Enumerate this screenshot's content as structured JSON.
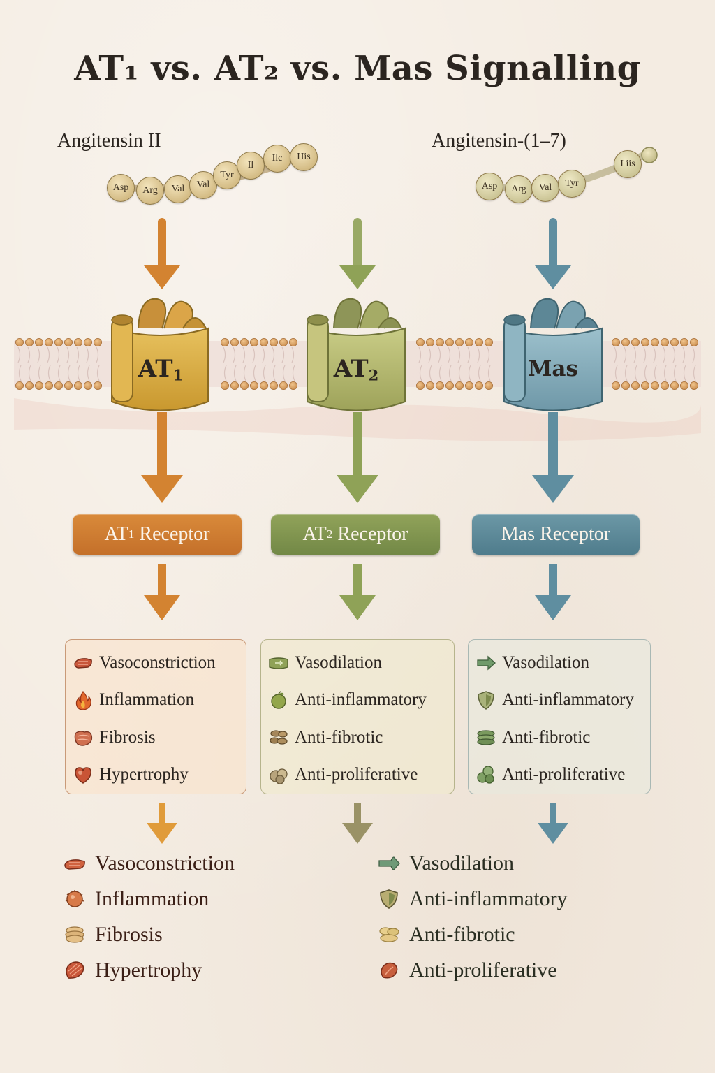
{
  "title": "AT₁ vs. AT₂ vs. Mas Signalling",
  "ligands": [
    {
      "label": "Angitensin II",
      "residues": [
        "Asp",
        "Arg",
        "Val",
        "Val",
        "Tyr",
        "Il",
        "Ilc",
        "His"
      ]
    },
    {
      "label": "Angitensin-(1–7)",
      "residues": [
        "Asp",
        "Arg",
        "Val",
        "Tyr",
        "I iis"
      ]
    }
  ],
  "receptors": [
    {
      "membrane_label_main": "AT",
      "membrane_label_sub": "1",
      "pill_main": "AT",
      "pill_sub": "1",
      "pill_rest": " Receptor",
      "color": "#d38331"
    },
    {
      "membrane_label_main": "AT",
      "membrane_label_sub": "2",
      "pill_main": "AT",
      "pill_sub": "2",
      "pill_rest": " Receptor",
      "color": "#8fa257"
    },
    {
      "membrane_label_main": "Mas",
      "membrane_label_sub": "",
      "pill_main": "Mas Receptor",
      "pill_sub": "",
      "pill_rest": "",
      "color": "#5f8ea0"
    }
  ],
  "effects": [
    {
      "items": [
        {
          "icon": "vessel-icon",
          "label": "Vasoconstriction"
        },
        {
          "icon": "flame-icon",
          "label": "Inflammation"
        },
        {
          "icon": "fibrosis-tissue-icon",
          "label": "Fibrosis"
        },
        {
          "icon": "heart-icon",
          "label": "Hypertrophy"
        }
      ]
    },
    {
      "items": [
        {
          "icon": "dilated-vessel-icon",
          "label": "Vasodilation"
        },
        {
          "icon": "apple-icon",
          "label": "Anti-inflammatory"
        },
        {
          "icon": "tissue-layers-icon",
          "label": "Anti-fibrotic"
        },
        {
          "icon": "cell-cluster-icon",
          "label": "Anti-proliferative"
        }
      ]
    },
    {
      "items": [
        {
          "icon": "arrow-icon",
          "label": "Vasodilation"
        },
        {
          "icon": "shield-icon",
          "label": "Anti-inflammatory"
        },
        {
          "icon": "tissue-layers-icon",
          "label": "Anti-fibrotic"
        },
        {
          "icon": "leaf-cluster-icon",
          "label": "Anti-proliferative"
        }
      ]
    }
  ],
  "outcomes": {
    "left": [
      {
        "icon": "vessel-icon",
        "label": "Vasoconstriction"
      },
      {
        "icon": "cell-icon",
        "label": "Inflammation"
      },
      {
        "icon": "fibrosis-tissue-icon",
        "label": "Fibrosis"
      },
      {
        "icon": "heart-muscle-icon",
        "label": "Hypertrophy"
      }
    ],
    "right": [
      {
        "icon": "arrow-icon",
        "label": "Vasodilation"
      },
      {
        "icon": "shield-icon",
        "label": "Anti-inflammatory"
      },
      {
        "icon": "tissue-layers-icon",
        "label": "Anti-fibrotic"
      },
      {
        "icon": "organ-icon",
        "label": "Anti-proliferative"
      }
    ]
  },
  "colors": {
    "orange": "#d38331",
    "green": "#8fa257",
    "blue": "#5f8ea0",
    "background": "#f4ece2"
  }
}
